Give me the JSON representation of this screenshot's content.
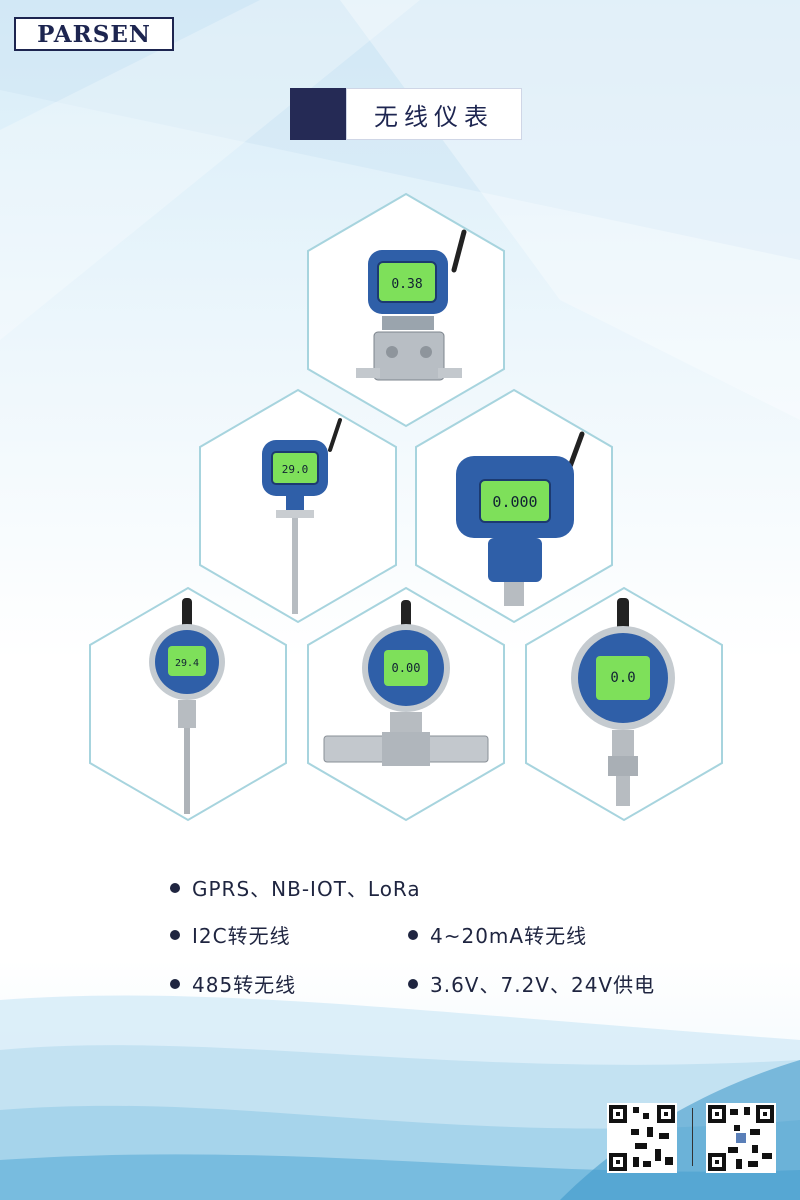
{
  "brand": {
    "logo_text": "PARSEN"
  },
  "header": {
    "title": "无线仪表"
  },
  "features": {
    "f1": "GPRS、NB-IOT、LoRa",
    "f2": "I2C转无线",
    "f3": "4~20mA转无线",
    "f4": "485转无线",
    "f5": "3.6V、7.2V、24V供电"
  },
  "products": {
    "p1": {
      "name": "differential-pressure-transmitter",
      "display": "0.38"
    },
    "p2": {
      "name": "temperature-transmitter",
      "display": "29.0"
    },
    "p3": {
      "name": "pressure-transmitter",
      "display": "0.000"
    },
    "p4": {
      "name": "wireless-thermometer",
      "display": "29.4"
    },
    "p5": {
      "name": "wireless-flowmeter",
      "display": "0.00"
    },
    "p6": {
      "name": "wireless-pressure-gauge",
      "display": "0.0"
    }
  },
  "colors": {
    "navy": "#1d2550",
    "device_blue": "#2f5fa8",
    "lcd_green": "#7ee05a",
    "hex_stroke": "#a7d4de"
  }
}
